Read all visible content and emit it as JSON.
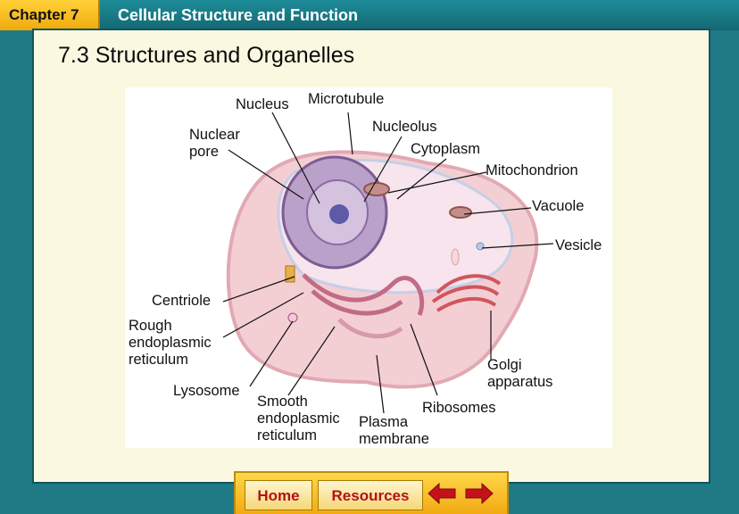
{
  "header": {
    "chapter_label": "Chapter 7",
    "chapter_title": "Cellular Structure and Function"
  },
  "section_title": "7.3 Structures and Organelles",
  "diagram": {
    "labels": {
      "nucleus": "Nucleus",
      "microtubule": "Microtubule",
      "nuclear_pore_1": "Nuclear",
      "nuclear_pore_2": "pore",
      "nucleolus": "Nucleolus",
      "cytoplasm": "Cytoplasm",
      "mitochondrion": "Mitochondrion",
      "vacuole": "Vacuole",
      "vesicle": "Vesicle",
      "centriole": "Centriole",
      "rough_er_1": "Rough",
      "rough_er_2": "endoplasmic",
      "rough_er_3": "reticulum",
      "golgi_1": "Golgi",
      "golgi_2": "apparatus",
      "lysosome": "Lysosome",
      "smooth_er_1": "Smooth",
      "smooth_er_2": "endoplasmic",
      "smooth_er_3": "reticulum",
      "plasma_1": "Plasma",
      "plasma_2": "membrane",
      "ribosomes": "Ribosomes"
    }
  },
  "nav": {
    "home_label": "Home",
    "resources_label": "Resources",
    "back_icon": "left-arrow-icon",
    "forward_icon": "right-arrow-icon"
  },
  "colors": {
    "background": "#1f7a86",
    "header": "#146873",
    "tab": "#f0a90c",
    "content": "#fbf8e1",
    "arrow_red": "#c4121b"
  }
}
